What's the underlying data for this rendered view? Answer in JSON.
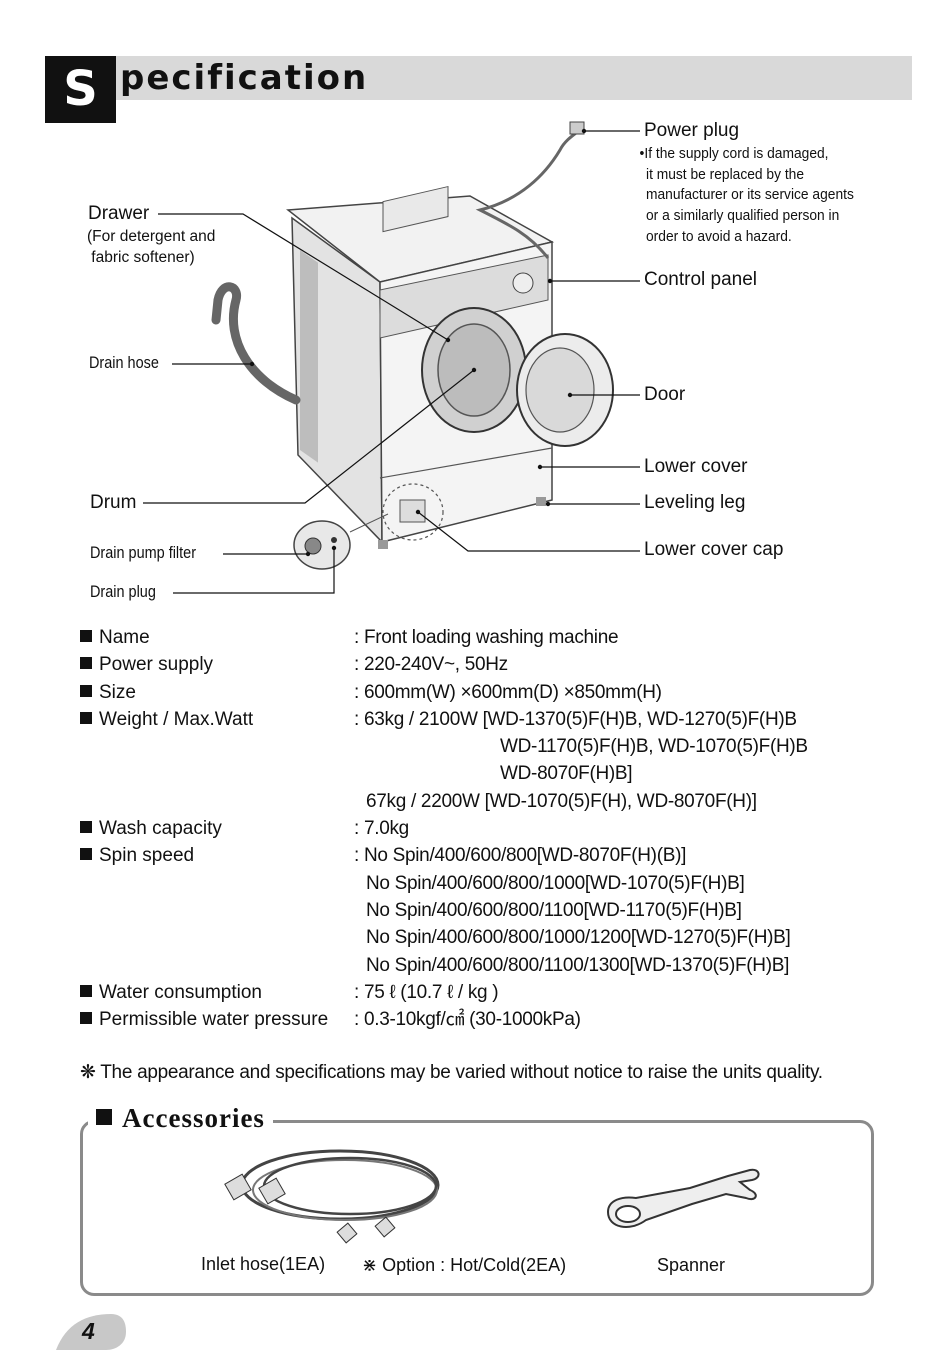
{
  "header": {
    "initial": "S",
    "rest": "pecification"
  },
  "diagram": {
    "power_plug": "Power plug",
    "power_plug_note": [
      "If the supply cord is damaged,",
      "it must be replaced by the",
      "manufacturer or its service agents",
      "or a similarly qualified person in",
      "order to avoid a hazard."
    ],
    "drawer": "Drawer",
    "drawer_sub": [
      "(For detergent and",
      " fabric softener)"
    ],
    "control_panel": "Control panel",
    "drain_hose": "Drain hose",
    "door": "Door",
    "lower_cover": "Lower cover",
    "drum": "Drum",
    "leveling_leg": "Leveling leg",
    "drain_pump_filter": "Drain pump filter",
    "lower_cover_cap": "Lower cover cap",
    "drain_plug": "Drain plug"
  },
  "specs": [
    {
      "key": "Name",
      "lines": [
        ": Front loading washing machine"
      ]
    },
    {
      "key": "Power supply",
      "lines": [
        ": 220-240V~, 50Hz"
      ]
    },
    {
      "key": "Size",
      "lines": [
        ": 600mm(W) ×600mm(D) ×850mm(H)"
      ]
    },
    {
      "key": "Weight / Max.Watt",
      "lines": [
        ": 63kg / 2100W [WD-1370(5)F(H)B, WD-1270(5)F(H)B",
        "WD-1170(5)F(H)B, WD-1070(5)F(H)B",
        "WD-8070F(H)B]",
        "67kg / 2200W [WD-1070(5)F(H), WD-8070F(H)]"
      ]
    },
    {
      "key": "Wash capacity",
      "lines": [
        ": 7.0kg"
      ]
    },
    {
      "key": "Spin speed",
      "lines": [
        ": No Spin/400/600/800[WD-8070F(H)(B)]",
        "No Spin/400/600/800/1000[WD-1070(5)F(H)B]",
        "No Spin/400/600/800/1100[WD-1170(5)F(H)B]",
        "No Spin/400/600/800/1000/1200[WD-1270(5)F(H)B]",
        "No Spin/400/600/800/1100/1300[WD-1370(5)F(H)B]"
      ]
    },
    {
      "key": "Water consumption",
      "lines": [
        ": 75 ℓ (10.7 ℓ / kg )"
      ]
    },
    {
      "key": "Permissible water pressure",
      "lines": [
        ": 0.3-10kgf/㎠ (30-1000kPa)"
      ]
    }
  ],
  "disclaimer": "❋ The appearance and specifications may be varied without notice to raise the units quality.",
  "accessories": {
    "title": "Accessories",
    "inlet_hose": "Inlet hose(1EA)",
    "option": "⋇ Option : Hot/Cold(2EA)",
    "spanner": "Spanner"
  },
  "page_number": "4"
}
